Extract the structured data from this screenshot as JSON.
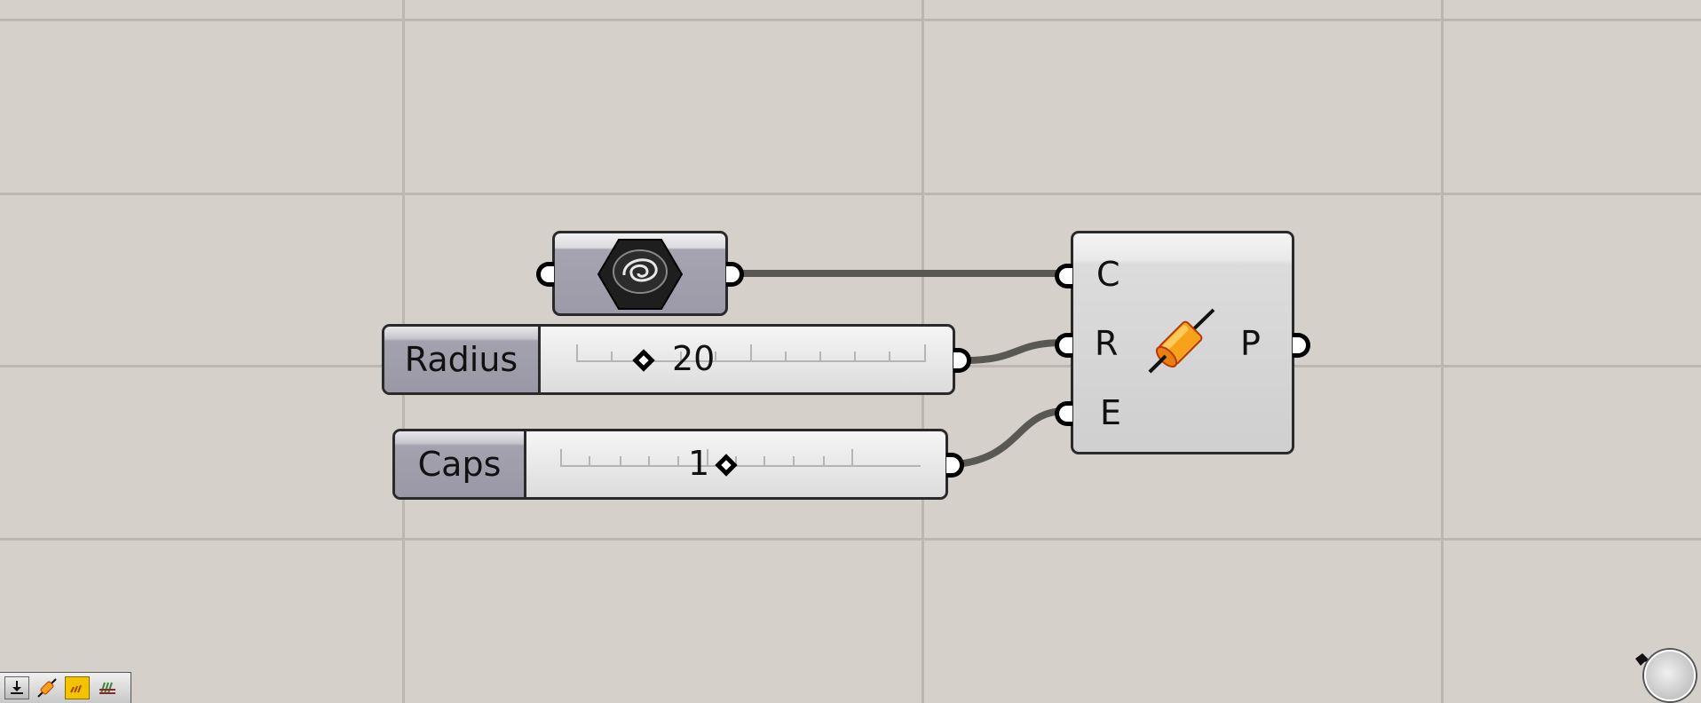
{
  "canvas": {
    "background": "#d5d1ca",
    "grid_color": "#bcb8b1",
    "vertical_grid_x": [
      455,
      1040,
      1625
    ],
    "horizontal_grid_y": [
      22,
      218,
      412,
      607
    ]
  },
  "nodes": {
    "curve_param": {
      "icon": "curve-spiral-hex-icon",
      "has_input_grip": true,
      "has_output_grip": true
    },
    "radius_slider": {
      "label": "Radius",
      "value": "20",
      "knob_position": "left-of-value",
      "tick_count": 11
    },
    "caps_slider": {
      "label": "Caps",
      "value": "1",
      "knob_position": "right-of-value",
      "tick_count": 11
    },
    "pipe": {
      "icon": "pipe-cylinder-icon",
      "inputs": [
        {
          "name": "C"
        },
        {
          "name": "R"
        },
        {
          "name": "E"
        }
      ],
      "outputs": [
        {
          "name": "P"
        }
      ]
    }
  },
  "wires": [
    {
      "from": "curve_param",
      "to": "pipe.C"
    },
    {
      "from": "radius_slider",
      "to": "pipe.R"
    },
    {
      "from": "caps_slider",
      "to": "pipe.E"
    }
  ],
  "wire_color": "#5a5853",
  "status_toolbar": {
    "buttons": [
      {
        "icon": "bake-download-icon"
      },
      {
        "icon": "pipe-preview-icon"
      },
      {
        "icon": "mesh-preview-icon",
        "active": true
      },
      {
        "icon": "wire-display-icon"
      }
    ]
  },
  "nav_compass": {
    "icon": "navigation-compass-icon"
  }
}
